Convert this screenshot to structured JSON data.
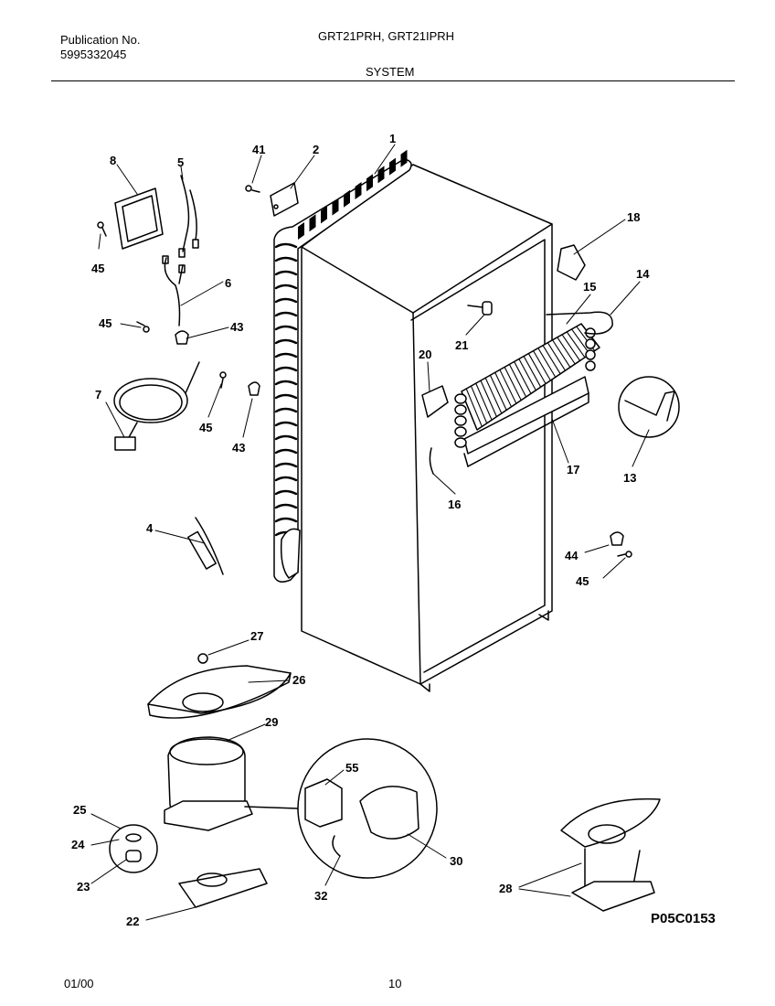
{
  "header": {
    "publication_label": "Publication No.",
    "publication_number": "5995332045",
    "models": "GRT21PRH, GRT21IPRH",
    "section": "SYSTEM"
  },
  "diagram_code": "P05C0153",
  "footer": {
    "date": "01/00",
    "page": "10"
  },
  "callouts": [
    {
      "id": "c1",
      "label": "1"
    },
    {
      "id": "c2",
      "label": "2"
    },
    {
      "id": "c41",
      "label": "41"
    },
    {
      "id": "c8",
      "label": "8"
    },
    {
      "id": "c5",
      "label": "5"
    },
    {
      "id": "c45a",
      "label": "45"
    },
    {
      "id": "c6",
      "label": "6"
    },
    {
      "id": "c45b",
      "label": "45"
    },
    {
      "id": "c43a",
      "label": "43"
    },
    {
      "id": "c7",
      "label": "7"
    },
    {
      "id": "c45c",
      "label": "45"
    },
    {
      "id": "c43b",
      "label": "43"
    },
    {
      "id": "c18",
      "label": "18"
    },
    {
      "id": "c15",
      "label": "15"
    },
    {
      "id": "c14",
      "label": "14"
    },
    {
      "id": "c21",
      "label": "21"
    },
    {
      "id": "c20",
      "label": "20"
    },
    {
      "id": "c13",
      "label": "13"
    },
    {
      "id": "c17",
      "label": "17"
    },
    {
      "id": "c16",
      "label": "16"
    },
    {
      "id": "c4",
      "label": "4"
    },
    {
      "id": "c44",
      "label": "44"
    },
    {
      "id": "c45d",
      "label": "45"
    },
    {
      "id": "c27",
      "label": "27"
    },
    {
      "id": "c26",
      "label": "26"
    },
    {
      "id": "c29",
      "label": "29"
    },
    {
      "id": "c55",
      "label": "55"
    },
    {
      "id": "c25",
      "label": "25"
    },
    {
      "id": "c24",
      "label": "24"
    },
    {
      "id": "c23",
      "label": "23"
    },
    {
      "id": "c30",
      "label": "30"
    },
    {
      "id": "c28",
      "label": "28"
    },
    {
      "id": "c32",
      "label": "32"
    },
    {
      "id": "c22",
      "label": "22"
    }
  ]
}
